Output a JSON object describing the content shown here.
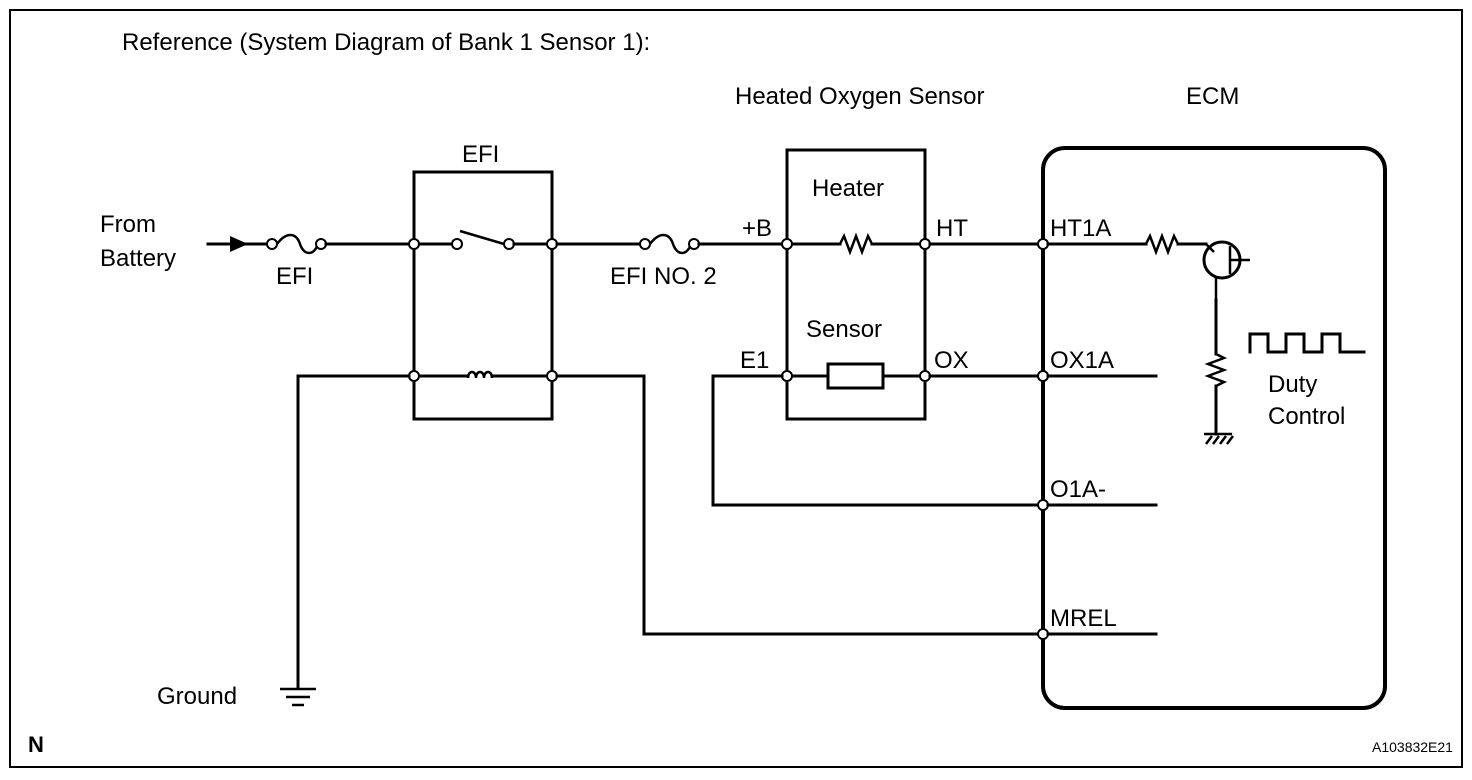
{
  "reference_title": "Reference (System Diagram of Bank 1 Sensor 1):",
  "labels": {
    "heated_oxygen_sensor": "Heated Oxygen Sensor",
    "ecm": "ECM",
    "from_battery_line1": "From",
    "from_battery_line2": "Battery",
    "efi_fuse": "EFI",
    "efi_relay": "EFI",
    "efi_no2_fuse": "EFI NO. 2",
    "heater": "Heater",
    "sensor": "Sensor",
    "plus_b": "+B",
    "ht": "HT",
    "e1": "E1",
    "ox": "OX",
    "ht1a": "HT1A",
    "ox1a": "OX1A",
    "o1a_minus": "O1A-",
    "mrel": "MREL",
    "duty_line1": "Duty",
    "duty_line2": "Control",
    "ground": "Ground",
    "corner_n": "N",
    "figure_code": "A103832E21"
  }
}
